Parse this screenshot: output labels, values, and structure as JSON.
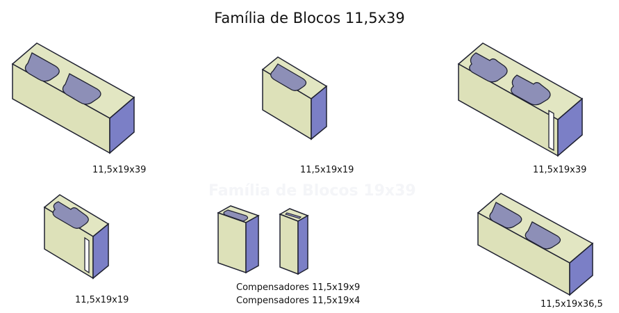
{
  "title": "Família de Blocos 11,5x39",
  "colors": {
    "top_face": "#e2e6c2",
    "front_face": "#dde1b9",
    "side_face": "#7b7fc6",
    "hole": "#8d8fb7",
    "edge": "#1f2130"
  },
  "blocks": [
    {
      "label": "11,5x19x39",
      "type": "two-hole"
    },
    {
      "label": "11,5x19x19",
      "type": "one-hole"
    },
    {
      "label": "11,5x19x39",
      "type": "two-hole-slotted"
    },
    {
      "label": "11,5x19x19",
      "type": "one-hole-slotted"
    },
    {
      "label": "Compensadores 11,5x19x9",
      "type": "compensator-hollow"
    },
    {
      "label": "Compensadores 11,5x19x4",
      "type": "compensator-thin"
    },
    {
      "label": "11,5x19x36,5",
      "type": "two-hole"
    }
  ]
}
